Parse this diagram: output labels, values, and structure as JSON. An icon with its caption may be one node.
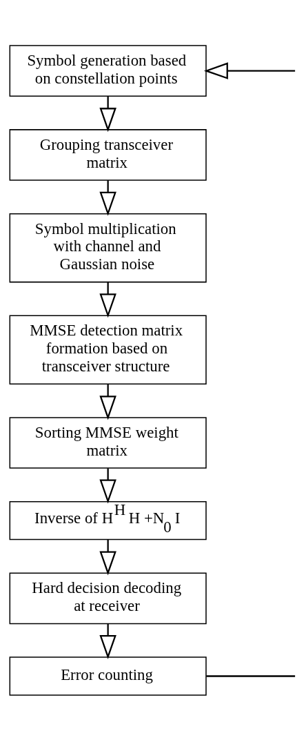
{
  "diagram": {
    "nodes": [
      {
        "text": [
          "Symbol generation based on constellation points"
        ]
      },
      {
        "text": [
          "Grouping transceiver matrix"
        ]
      },
      {
        "text": [
          "Symbol multiplication with channel and Gaussian noise"
        ]
      },
      {
        "text": [
          "MMSE detection matrix formation based on transceiver structure"
        ]
      },
      {
        "text": [
          "Sorting MMSE weight matrix"
        ]
      },
      {
        "text": [
          "Inverse of H$^{H}$ H +N$_{0}$ I"
        ]
      },
      {
        "text": [
          "Hard decision decoding at receiver"
        ]
      },
      {
        "text": [
          "Error counting"
        ]
      }
    ],
    "edges": [
      {
        "from": null,
        "to": 0,
        "arrow": "to"
      },
      {
        "from": 0,
        "to": 1,
        "arrow": "to"
      },
      {
        "from": 1,
        "to": 2,
        "arrow": "to"
      },
      {
        "from": 2,
        "to": 3,
        "arrow": "to"
      },
      {
        "from": 3,
        "to": 4,
        "arrow": "to"
      },
      {
        "from": 4,
        "to": 5,
        "arrow": "to"
      },
      {
        "from": 5,
        "to": 6,
        "arrow": "to"
      },
      {
        "from": 6,
        "to": 7,
        "arrow": "to"
      },
      {
        "from": 7,
        "to": null,
        "arrow": "none"
      }
    ]
  }
}
